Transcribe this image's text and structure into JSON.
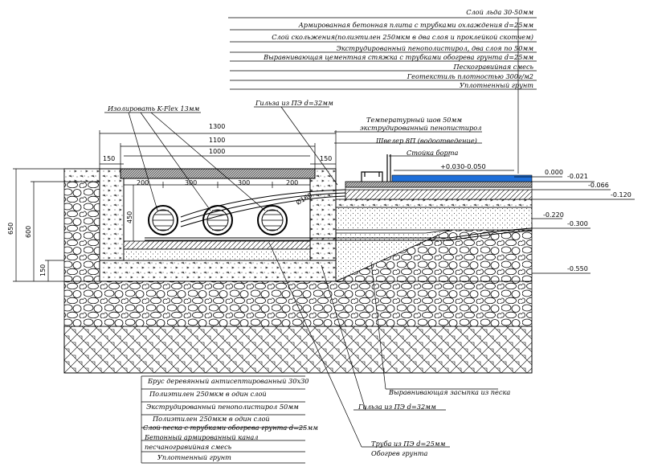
{
  "top_layers": [
    "Слой льда 30-50мм",
    "Армированная бетонная плита с трубками охлаждения d=25мм",
    "Слой скольжения(полиэтилен 250мкм в два слоя и проклейкой скотчем)",
    "Экструдированный пенополистирол, два слоя по 50мм",
    "Выравнивающая цементная стяжка с трубками обогрева грунта d=25мм",
    "Пескогравийная смесь",
    "Геотекстиль плотностью 300г/м2",
    "Уплотненный грунт"
  ],
  "callouts": {
    "insulation": "Изолировать K-Flex 13мм",
    "sleeve_top": "Гильза из ПЭ d=32мм",
    "temp_joint_1": "Температурный шов 50мм",
    "temp_joint_2": "экструдированный пенопистирол",
    "channel": "Швелер 8П (водоотведение)",
    "board_post": "Стойка борта",
    "level_range": "+0.030-0.050",
    "pipe_dia": "Ø160"
  },
  "bottom_layers": [
    "Брус деревянный антисептированный 30х30",
    "Полиэтилен 250мкм в один слой",
    "Экструдированный пенополистирол 50мм",
    "Полиэтилен 250мкм в один слой",
    "Слой песка с трубками обогрева грунта d=25мм",
    "Бетонный армированный канал",
    "песчаногравийная смесь",
    "Уплотненный грунт"
  ],
  "bottom_right": {
    "sand_fill": "Выравнивающая засыпка из песка",
    "sleeve": "Гильза из ПЭ d=32мм",
    "pipe": "Труба из ПЭ d=25мм",
    "heating": "Обогрев грунта"
  },
  "dimensions": {
    "w1300": "1300",
    "w1100": "1100",
    "w1000": "1000",
    "w150a": "150",
    "w150b": "150",
    "s200a": "200",
    "s300a": "300",
    "s300b": "300",
    "s200b": "200",
    "h650": "650",
    "h600": "600",
    "h150": "150",
    "h450": "450"
  },
  "levels": [
    "0.000",
    "-0.021",
    "-0.066",
    "-0.120",
    "-0.220",
    "-0.300",
    "-0.550"
  ],
  "colors": {
    "ice": "#1e6fd9",
    "line": "#000000"
  }
}
